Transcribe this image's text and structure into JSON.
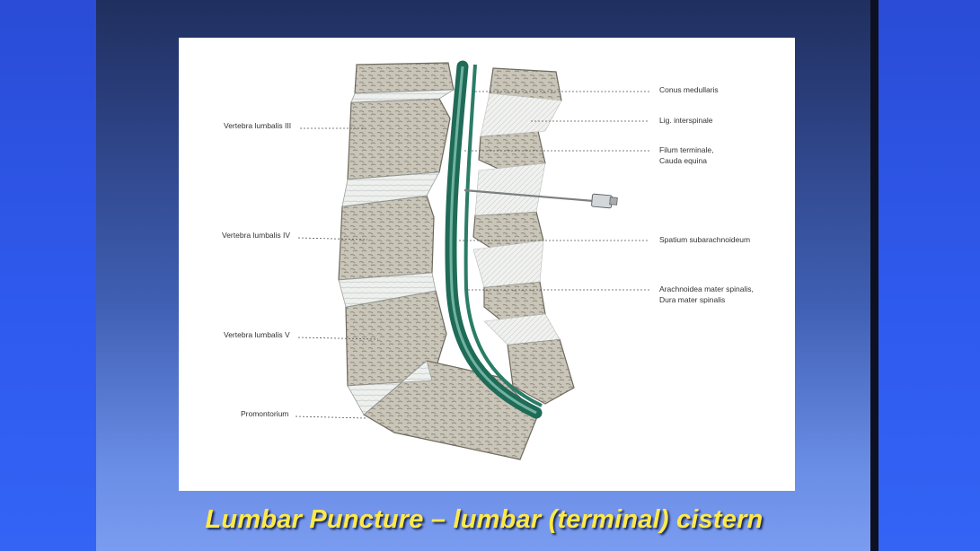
{
  "slide": {
    "title": "Lumbar Puncture – lumbar (terminal) cistern"
  },
  "figure": {
    "labels_left": {
      "vertebra_l3": "Vertebra lumbalis III",
      "vertebra_l4": "Vertebra lumbalis IV",
      "vertebra_l5": "Vertebra lumbalis V",
      "promontorium": "Promontorium"
    },
    "labels_right": {
      "conus": "Conus medullaris",
      "interspinale": "Lig. interspinale",
      "filum_line1": "Filum terminale,",
      "filum_line2": "Cauda equina",
      "spatium": "Spatium subarachnoideum",
      "arachnoidea_line1": "Arachnoidea mater spinalis,",
      "arachnoidea_line2": "Dura mater spinalis"
    }
  },
  "colors": {
    "title": "#ffe94a",
    "dura_green": "#1f6b57",
    "bone_gray": "#b7b2a3"
  }
}
